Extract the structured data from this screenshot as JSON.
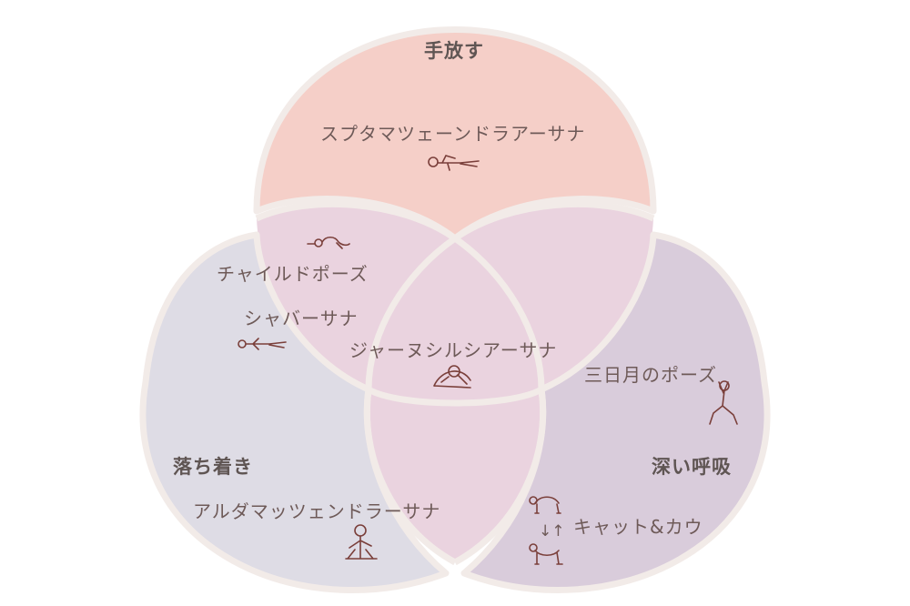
{
  "diagram": {
    "categories": {
      "top": "手放す",
      "left": "落ち着き",
      "right": "深い呼吸"
    },
    "poses": {
      "supta_baddha": "スプタマツェーンドラアーサナ",
      "child": "チャイルドポーズ",
      "savasana": "シャバーサナ",
      "janu_sirsasana": "ジャーヌシルシアーサナ",
      "crescent": "三日月のポーズ",
      "ardha_matsyendra": "アルダマッツェンドラーサナ",
      "cat_cow": "キャット&カウ"
    },
    "arrow_glyph": "↓↑",
    "colors": {
      "top_circle": "#f5cfc8",
      "left_circle": "#dedce5",
      "right_circle": "#d9ccdb",
      "overlap": "#ead3df",
      "border": "#f2ebe8",
      "text": "#6e5a58",
      "figure_stroke": "#7a3f3a"
    },
    "icons": [
      "lying-figure-icon",
      "child-pose-figure-icon",
      "savasana-figure-icon",
      "seated-forward-bend-figure-icon",
      "crescent-lunge-figure-icon",
      "seated-twist-figure-icon",
      "cat-pose-figure-icon",
      "cow-pose-figure-icon"
    ]
  }
}
